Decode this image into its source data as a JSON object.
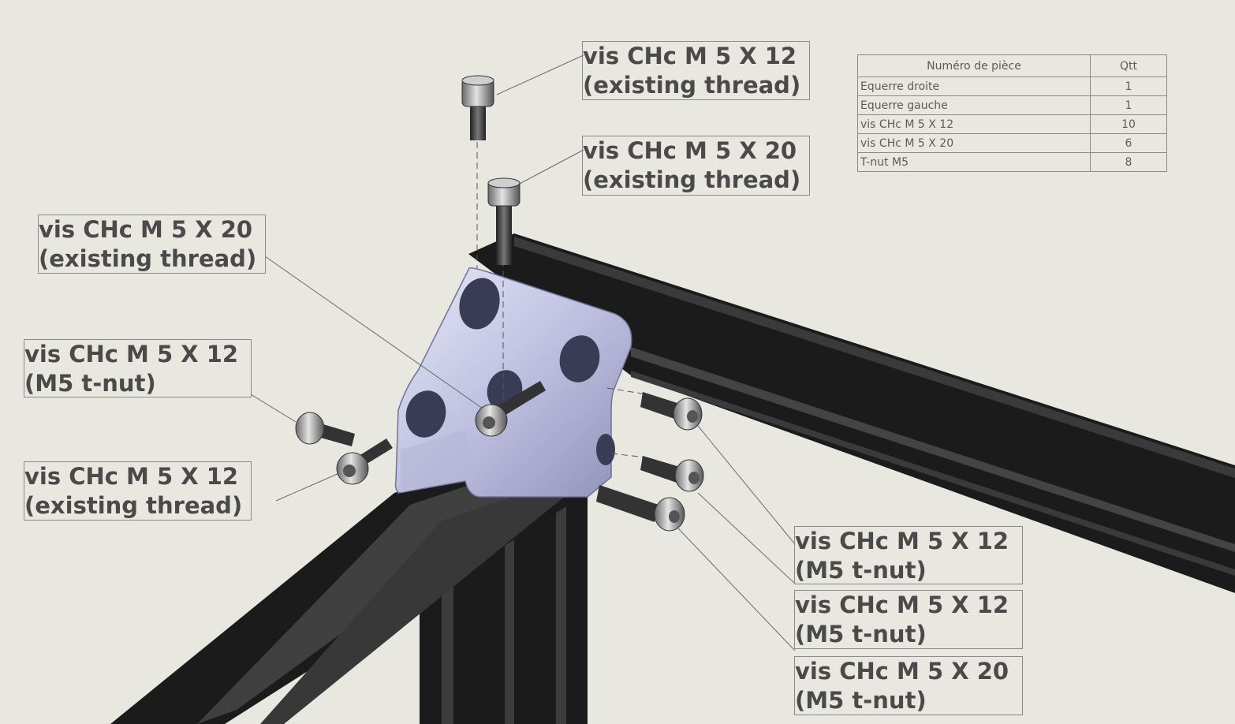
{
  "callouts": [
    {
      "id": "c1",
      "line1": "vis CHc M 5 X  12",
      "line2": "(existing thread)"
    },
    {
      "id": "c2",
      "line1": "vis CHc M 5 X  20",
      "line2": "(existing thread)"
    },
    {
      "id": "c3",
      "line1": "vis CHc M 5 X  20",
      "line2": "(existing thread)"
    },
    {
      "id": "c4",
      "line1": "vis CHc M 5 X  12",
      "line2": "(M5 t-nut)"
    },
    {
      "id": "c5",
      "line1": "vis CHc M 5 X  12",
      "line2": "(existing thread)"
    },
    {
      "id": "c6",
      "line1": "vis CHc M 5 X  12",
      "line2": "(M5 t-nut)"
    },
    {
      "id": "c7",
      "line1": "vis CHc M 5 X  12",
      "line2": "(M5 t-nut)"
    },
    {
      "id": "c8",
      "line1": "vis CHc M 5 X  20",
      "line2": "(M5 t-nut)"
    }
  ],
  "bom": {
    "header_part": "Numéro de pièce",
    "header_qty": "Qtt",
    "rows": [
      {
        "part": "Equerre droite",
        "qty": "1"
      },
      {
        "part": "Equerre gauche",
        "qty": "1"
      },
      {
        "part": "vis CHc M 5 X  12",
        "qty": "10"
      },
      {
        "part": "vis CHc M 5 X  20",
        "qty": "6"
      },
      {
        "part": "T-nut M5",
        "qty": "8"
      }
    ]
  },
  "colors": {
    "background": "#e9e8e0",
    "profile": "#1b1b1b",
    "bracket": "#c8c9e6",
    "screw": "#444444"
  }
}
